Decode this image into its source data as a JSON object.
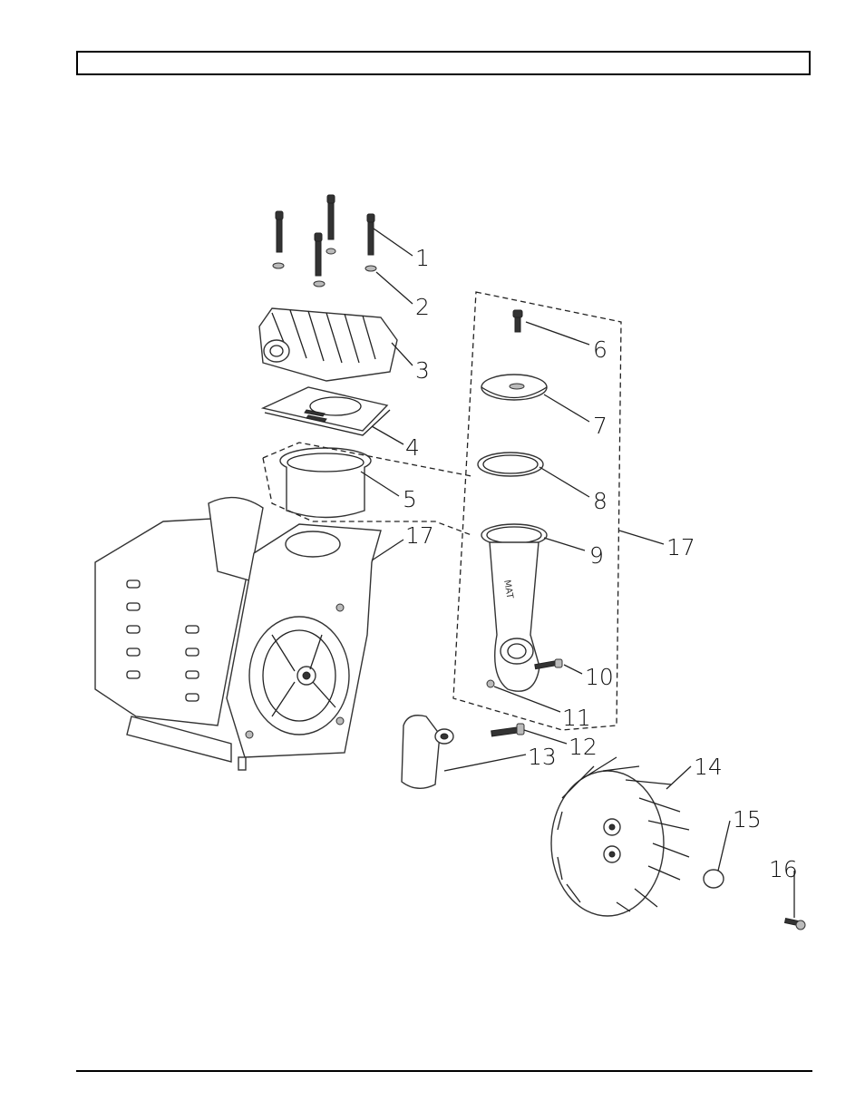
{
  "header": {
    "title_text": ""
  },
  "diagram": {
    "callouts": [
      "1",
      "2",
      "3",
      "4",
      "5",
      "6",
      "7",
      "8",
      "9",
      "10",
      "11",
      "12",
      "13",
      "14",
      "15",
      "16",
      "17",
      "17"
    ]
  }
}
